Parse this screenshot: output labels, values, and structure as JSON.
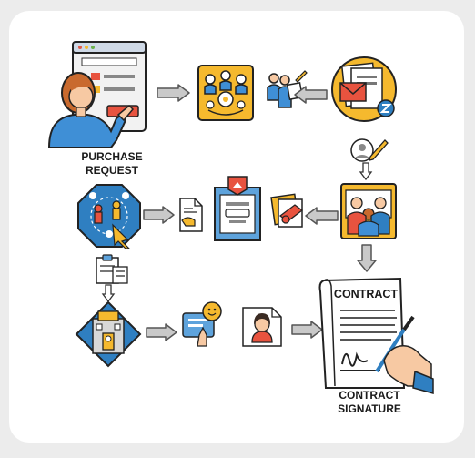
{
  "labels": {
    "purchase_request_line1": "PURCHASE",
    "purchase_request_line2": "REQUEST",
    "contract_heading": "CONTRACT",
    "contract_signature_line1": "CONTRACT",
    "contract_signature_line2": "SIGNATURE"
  },
  "icons": {
    "purchase_request": "browser-form-with-person-icon",
    "team_review": "team-meeting-icon",
    "approval": "people-signing-icon",
    "vendor_documents": "documents-envelope-icon",
    "review_edit": "review-edit-icon",
    "vendor_team": "vendor-team-icon",
    "hand_document": "hand-document-icon",
    "certificate": "certificate-award-icon",
    "document_stamp": "document-stamp-icon",
    "collaboration_network": "collaboration-network-icon",
    "clipboard_checklist": "clipboard-checklist-icon",
    "building": "building-icon",
    "chat_message": "chat-message-icon",
    "supplier_profile": "supplier-profile-icon",
    "contract_signing": "contract-signing-icon"
  },
  "colors": {
    "accent_yellow": "#f5b92e",
    "accent_blue": "#2f7fc1",
    "arrow_fill": "#c9c9c9",
    "outline": "#1f1f1f"
  }
}
